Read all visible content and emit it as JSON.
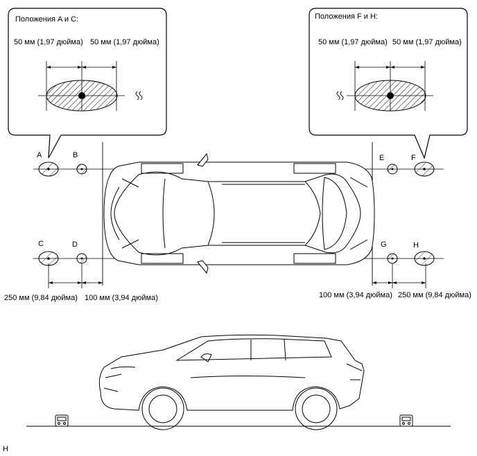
{
  "callout_left": {
    "title": "Положения A и C:",
    "dim_left": "50 мм (1,97 дюйма)",
    "dim_right": "50 мм (1,97 дюйма)"
  },
  "callout_right": {
    "title": "Положения F и H:",
    "dim_left": "50 мм (1,97 дюйма)",
    "dim_right": "50 мм (1,97 дюйма)"
  },
  "positions": {
    "a": "A",
    "b": "B",
    "c": "C",
    "d": "D",
    "e": "E",
    "f": "F",
    "g": "G",
    "h": "H"
  },
  "dimensions": {
    "front_250": "250 мм (9,84 дюйма)",
    "front_100": "100 мм (3,94 дюйма)",
    "rear_100": "100 мм (3,94 дюйма)",
    "rear_250": "250 мм (9,84 дюйма)"
  },
  "figure_code": "H"
}
